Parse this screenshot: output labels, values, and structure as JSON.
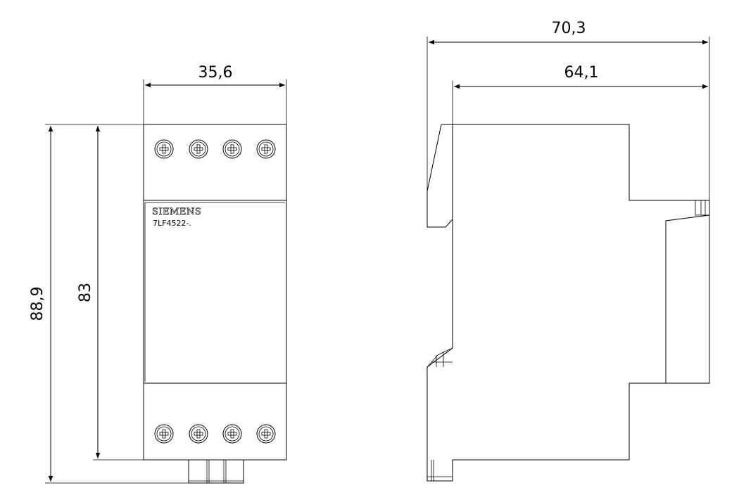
{
  "dimensions": {
    "front_width": "35,6",
    "front_height_outer": "88,9",
    "front_height_inner": "83",
    "side_depth_outer": "70,3",
    "side_depth_inner": "64,1"
  },
  "front_label": {
    "brand": "SIEMENS",
    "model": "7LF4522-."
  },
  "colors": {
    "line": "#000000",
    "background": "#ffffff"
  }
}
